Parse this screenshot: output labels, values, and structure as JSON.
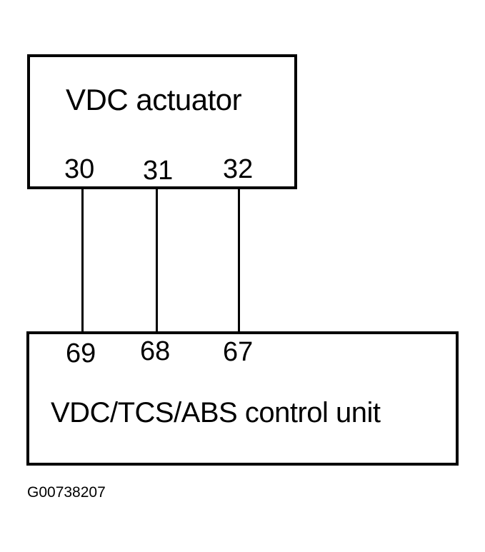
{
  "actuator": {
    "title": "VDC actuator",
    "pins": [
      "30",
      "31",
      "32"
    ]
  },
  "control_unit": {
    "title": "VDC/TCS/ABS control unit",
    "pins": [
      "69",
      "68",
      "67"
    ]
  },
  "diagram_code": "G00738207"
}
